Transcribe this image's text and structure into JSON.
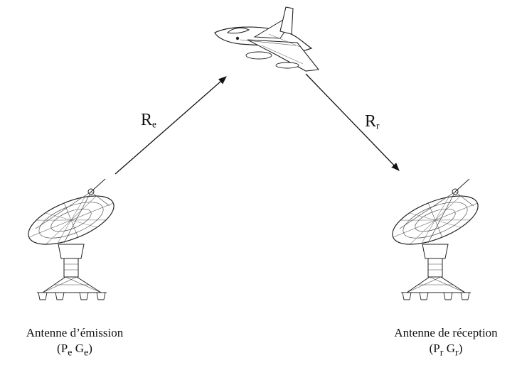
{
  "ranges": {
    "emit": {
      "symbol": "R",
      "sub": "e"
    },
    "receive": {
      "symbol": "R",
      "sub": "r"
    }
  },
  "transmitter": {
    "title": "Antenne d’émission",
    "p_symbol": "P",
    "p_sub": "e",
    "g_symbol": "G",
    "g_sub": "e"
  },
  "receiver": {
    "title": "Antenne de réception",
    "p_symbol": "P",
    "p_sub": "r",
    "g_symbol": "G",
    "g_sub": "r"
  },
  "icons": [
    "jet-aircraft-icon",
    "radar-dish-icon",
    "radar-dish-icon"
  ],
  "colors": {
    "line": "#111111",
    "background": "#ffffff"
  }
}
